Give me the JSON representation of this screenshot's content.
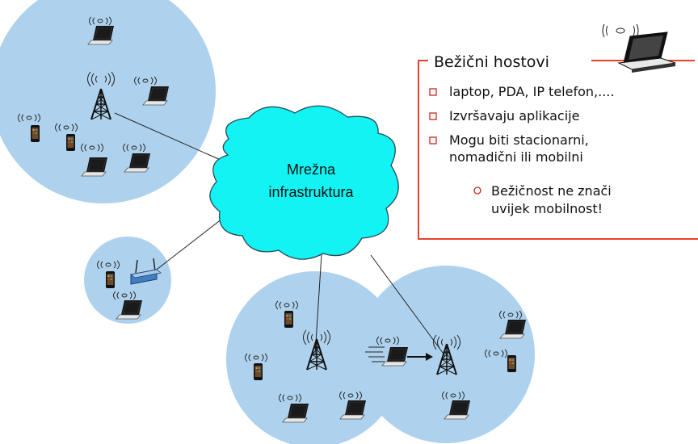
{
  "cloud": {
    "line1": "Mrežna",
    "line2": "infrastruktura"
  },
  "callout": {
    "title": "Bežični hostovi",
    "bullets": [
      {
        "text_lines": [
          "laptop, PDA, IP telefon,...."
        ]
      },
      {
        "text_lines": [
          "Izvršavaju aplikacije"
        ]
      },
      {
        "text_lines": [
          "Mogu biti stacionarni,",
          "nomadični ili mobilni"
        ]
      }
    ],
    "sub_bullet": {
      "text_lines": [
        "Bežičnost ne znači",
        "uvijek mobilnost!"
      ]
    }
  },
  "colors": {
    "cell_fill": "#aed2ee",
    "cloud_fill": "#12f3f3",
    "callout_border": "#e8402c",
    "bullet": "#c8261a"
  }
}
